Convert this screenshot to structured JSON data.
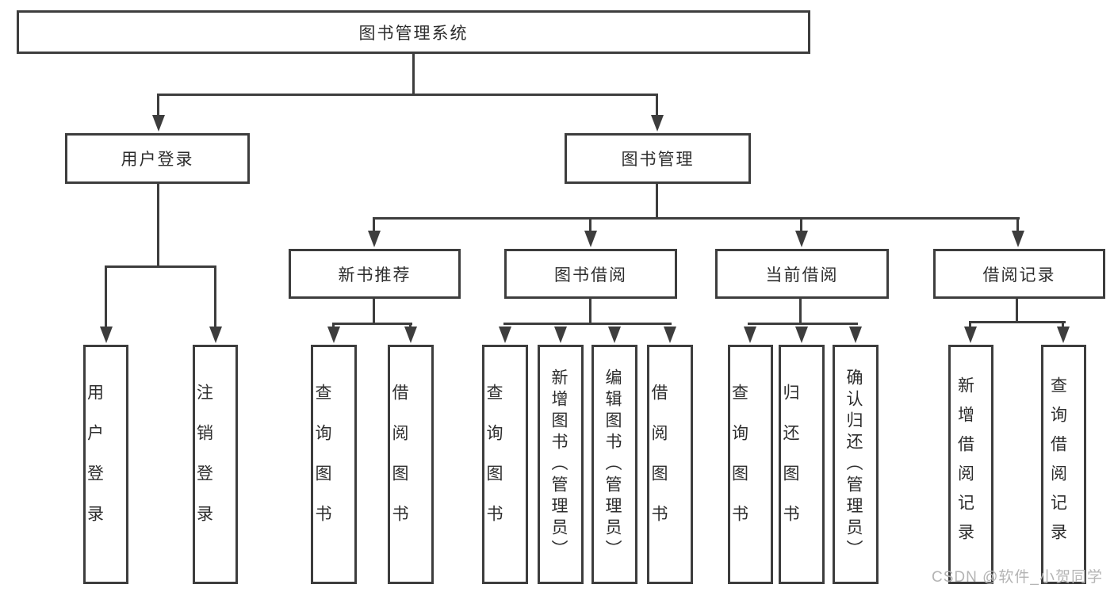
{
  "diagram_title": "图书管理系统",
  "nodes": {
    "root": "图书管理系统",
    "level2": {
      "user_login": "用户登录",
      "book_management": "图书管理"
    },
    "level3": {
      "new_book_recommend": "新书推荐",
      "book_borrowing": "图书借阅",
      "current_borrowing": "当前借阅",
      "borrow_records": "借阅记录"
    },
    "leaves": {
      "user_login": "用户登录",
      "logout": "注销登录",
      "nb_query_books": "查询图书",
      "nb_borrow_books": "借阅图书",
      "bb_query_books": "查询图书",
      "bb_add_books_admin": "新增图书（管理员）",
      "bb_edit_books_admin": "编辑图书（管理员）",
      "bb_borrow_books": "借阅图书",
      "cb_query_books": "查询图书",
      "cb_return_books": "归还图书",
      "cb_confirm_return_admin": "确认归还（管理员）",
      "br_add_record": "新增借阅记录",
      "br_query_record": "查询借阅记录"
    }
  },
  "watermark": "CSDN @软件_小贺同学",
  "colors": {
    "line": "#3d3d3d",
    "text": "#2d2d2d",
    "watermark": "#b4b4b4",
    "background": "#ffffff"
  }
}
